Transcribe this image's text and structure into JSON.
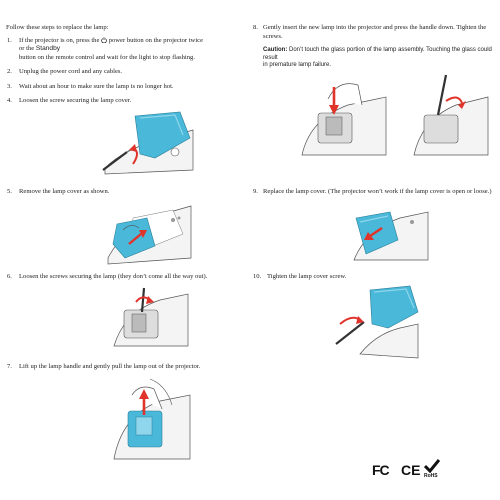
{
  "intro": "Follow these steps to replace the lamp:",
  "steps": {
    "s1_num": "1.",
    "s1_line1": "If the projector is on, press the",
    "s1_line1b": "power button on the projector twice",
    "s1_line2": "or the",
    "s1_standby": "Standby",
    "s1_line3": "button on the remote control and wait for the light to stop flashing.",
    "s2_num": "2.",
    "s2": "Unplug the power cord and any cables.",
    "s3_num": "3.",
    "s3": "Wait about an hour to make sure the lamp is no longer hot.",
    "s4_num": "4.",
    "s4": "Loosen the screw securing the lamp cover.",
    "s5_num": "5.",
    "s5": "Remove the lamp cover as shown.",
    "s6_num": "6.",
    "s6": "Loosen the screws securing the lamp (they don’t come all the way out).",
    "s7_num": "7.",
    "s7": "Lift up the lamp handle and gently pull the lamp out of the projector.",
    "s8_num": "8.",
    "s8_line1": "Gently insert the new lamp into the projector and press the handle down. Tighten the",
    "s8_line2": "screws.",
    "caution_label": "Caution:",
    "caution_line1": "Don’t touch the glass portion of the lamp assembly. Touching the glass could result",
    "caution_line2": "in premature lamp failure.",
    "s9_num": "9.",
    "s9": "Replace the lamp cover. (The projector won’t work if the lamp cover is open or loose.)",
    "s10_num": "10.",
    "s10": "Tighten the lamp cover screw."
  },
  "marks": {
    "fc": "FC",
    "ce": "CE",
    "rohs": "RoHS"
  },
  "colors": {
    "cover": "#4ab8d8",
    "cover_light": "#8fd6ec",
    "arrow": "#e0332a",
    "line": "#444444"
  },
  "icons": [
    "power-icon",
    "screwdriver-icon",
    "red-arrow-icon",
    "hand-icon",
    "checkmark-icon"
  ]
}
